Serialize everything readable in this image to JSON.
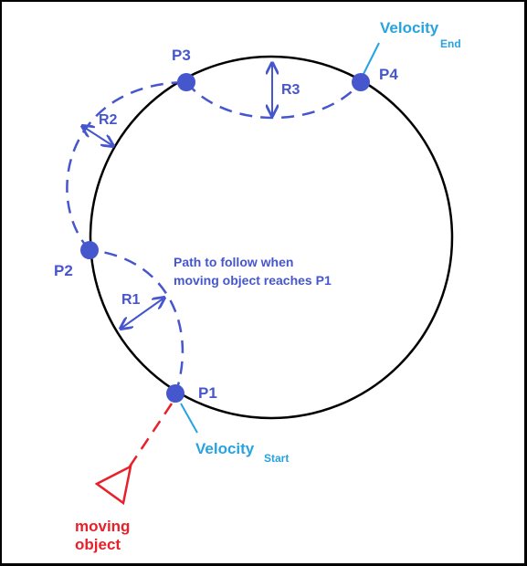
{
  "colors": {
    "border": "#000000",
    "background": "#ffffff",
    "circle": "#000000",
    "path": "#4656cc",
    "velocity": "#27a3e0",
    "object": "#e8202a"
  },
  "points": {
    "p1": "P1",
    "p2": "P2",
    "p3": "P3",
    "p4": "P4"
  },
  "radii": {
    "r1": "R1",
    "r2": "R2",
    "r3": "R3"
  },
  "note": {
    "line1": "Path to follow when",
    "line2": "moving object reaches P1"
  },
  "velocity_start": {
    "main": "Velocity",
    "sub": "Start"
  },
  "velocity_end": {
    "main": "Velocity",
    "sub": "End"
  },
  "moving_object": {
    "line1": "moving",
    "line2": "object",
    "icon": "triangle-icon"
  }
}
